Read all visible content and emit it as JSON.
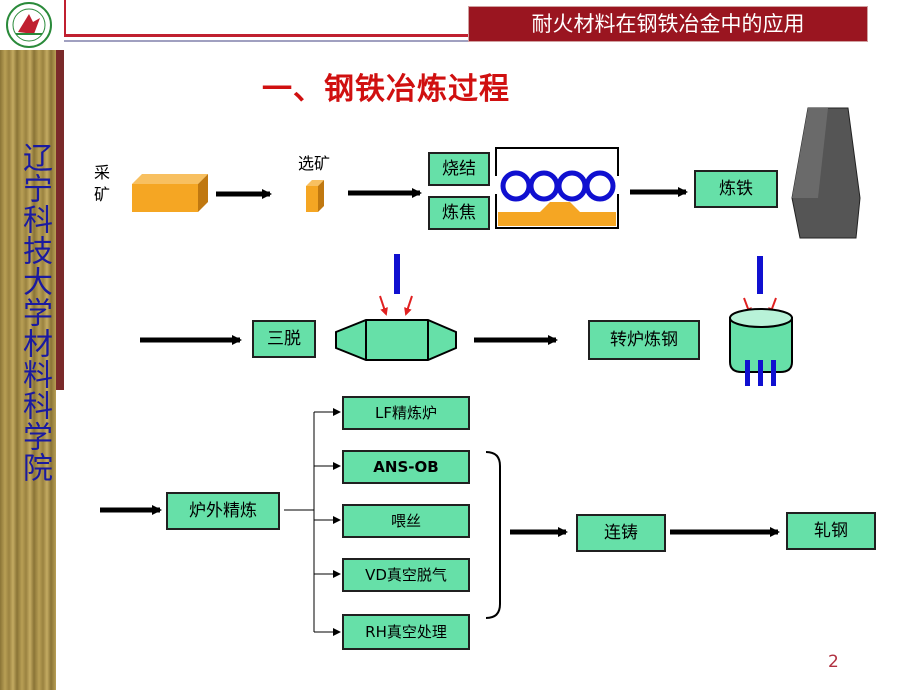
{
  "header": {
    "title": "耐火材料在钢铁冶金中的应用"
  },
  "sidebar": {
    "school": "辽宁科技大学材料科学院"
  },
  "page_title": "一、钢铁冶炼过程",
  "row1": {
    "mining": "采矿",
    "selection": "选矿",
    "sinter": "烧结",
    "coking": "炼焦",
    "ironmaking": "炼铁"
  },
  "row2": {
    "three_removal": "三脱",
    "converter": "转炉炼钢"
  },
  "row3": {
    "refining": "炉外精炼",
    "options": [
      "LF精炼炉",
      "ANS-OB",
      "喂丝",
      "VD真空脱气",
      "RH真空处理"
    ],
    "casting": "连铸",
    "rolling": "轧钢"
  },
  "page_number": "2",
  "colors": {
    "box_fill": "#66e0a8",
    "header_bg": "#9a1520",
    "title_red": "#d01010",
    "pellet_blue": "#1010d0",
    "arrow_red": "#e02020",
    "ore_orange": "#f5a623"
  }
}
